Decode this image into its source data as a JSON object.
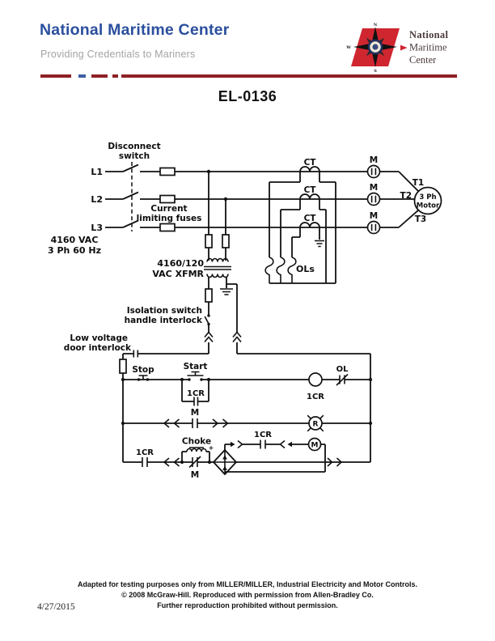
{
  "header": {
    "title": "National Maritime Center",
    "subtitle": "Providing Credentials to Mariners",
    "brand_blue": "#2b4f9e",
    "rule_maroon": "#8e2023",
    "logo": {
      "red": "#cf2630",
      "line1": "National",
      "line2": "Maritime",
      "line3": "Center",
      "compass_n": "N",
      "compass_w": "W",
      "compass_s": "S"
    }
  },
  "doc": {
    "code": "EL-0136",
    "date": "4/27/2015",
    "footer1": "Adapted for testing purposes only from MILLER/MILLER, Industrial Electricity and Motor Controls.",
    "footer2": "© 2008 McGraw-Hill. Reproduced with permission from Allen-Bradley Co.",
    "footer3": "Further reproduction prohibited without permission."
  },
  "schematic": {
    "labels": {
      "l1": "L1",
      "l2": "L2",
      "l3": "L3",
      "disconnect1": "Disconnect",
      "disconnect2": "switch",
      "fuses1": "Current",
      "fuses2": "limiting fuses",
      "supply1": "4160 VAC",
      "supply2": "3 Ph 60 Hz",
      "xfmr1": "4160/120",
      "xfmr2": "VAC XFMR",
      "ct": "CT",
      "m": "M",
      "t1": "T1",
      "t2": "T2",
      "t3": "T3",
      "motor1": "3 Ph",
      "motor2": "Motor",
      "ols": "OLs",
      "iso1": "Isolation switch",
      "iso2": "handle interlock",
      "lv1": "Low voltage",
      "lv2": "door interlock",
      "stop": "Stop",
      "start": "Start",
      "cr": "1CR",
      "ol": "OL",
      "r": "R",
      "choke": "Choke",
      "plus": "+"
    }
  }
}
